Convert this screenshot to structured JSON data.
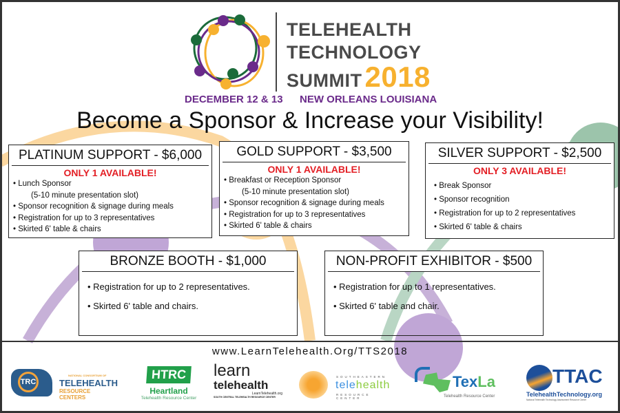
{
  "header": {
    "title_lines": [
      "TELEHEALTH",
      "TECHNOLOGY",
      "SUMMIT"
    ],
    "year": "2018",
    "dates": "DECEMBER 12 & 13",
    "location": "NEW ORLEANS  LOUISIANA"
  },
  "headline": "Become a Sponsor & Increase your Visibility!",
  "tiers": [
    {
      "title": "PLATINUM SUPPORT - $6,000",
      "availability": "ONLY 1 AVAILABLE!",
      "items": [
        "Lunch Sponsor",
        "(5-10 minute presentation slot)",
        "Sponsor recognition & signage during meals",
        "Registration for up to 3 representatives",
        "Skirted 6' table & chairs"
      ]
    },
    {
      "title": "GOLD SUPPORT - $3,500",
      "availability": "ONLY 1 AVAILABLE!",
      "items": [
        "Breakfast or Reception Sponsor",
        "(5-10 minute presentation slot)",
        "Sponsor recognition & signage during meals",
        "Registration for up to 3 representatives",
        "Skirted 6' table & chairs"
      ]
    },
    {
      "title": "SILVER SUPPORT - $2,500",
      "availability": "ONLY 3 AVAILABLE!",
      "items": [
        "Break Sponsor",
        "Sponsor recognition",
        "Registration for up to 2 representatives",
        "Skirted 6' table & chairs"
      ]
    },
    {
      "title": "BRONZE BOOTH - $1,000",
      "items": [
        "Registration for up to 2 representatives.",
        "Skirted 6' table and chairs."
      ]
    },
    {
      "title": "NON-PROFIT EXHIBITOR - $500",
      "items": [
        "Registration for up to 1 representatives.",
        "Skirted 6' table and chair."
      ]
    }
  ],
  "footer": {
    "url": "www.LearnTelehealth.Org/TTS2018",
    "logos": {
      "trc": {
        "badge": "TRC",
        "line1": "NATIONAL CONSORTIUM OF",
        "line2": "TELEHEALTH",
        "line3": "RESOURCE CENTERS"
      },
      "htrc": {
        "badge": "HTRC",
        "line1": "Heartland",
        "line2": "Telehealth Resource Center"
      },
      "learn": {
        "line1": "learn",
        "line2": "telehealth",
        "line3": "LearnTelehealth.org",
        "line4": "SOUTH CENTRAL TELEHEALTH RESOURCE CENTER"
      },
      "setrc": {
        "line1": "SOUTHEASTERN",
        "line2a": "tele",
        "line2b": "health",
        "line3": "RESOURCE CENTER"
      },
      "texla": {
        "line1a": "Tex",
        "line1b": "La",
        "line2": "Telehealth Resource Center"
      },
      "ttac": {
        "line1": "TTAC",
        "line2": "TelehealthTechnology.org",
        "line3": "National Telehealth Technology Assessment Resource Center"
      }
    }
  },
  "colors": {
    "purple": "#6a2a8a",
    "gold": "#f7b12f",
    "green": "#1b6b3a",
    "red": "#e31e24"
  }
}
